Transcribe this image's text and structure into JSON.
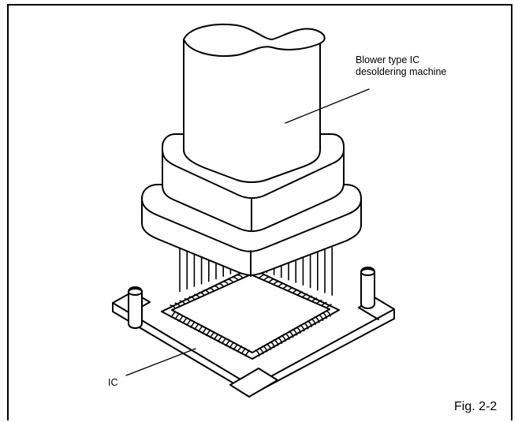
{
  "labels": {
    "machine_line1": "Blower type IC",
    "machine_line2": "desoldering machine",
    "ic": "IC",
    "figure": "Fig. 2-2"
  }
}
